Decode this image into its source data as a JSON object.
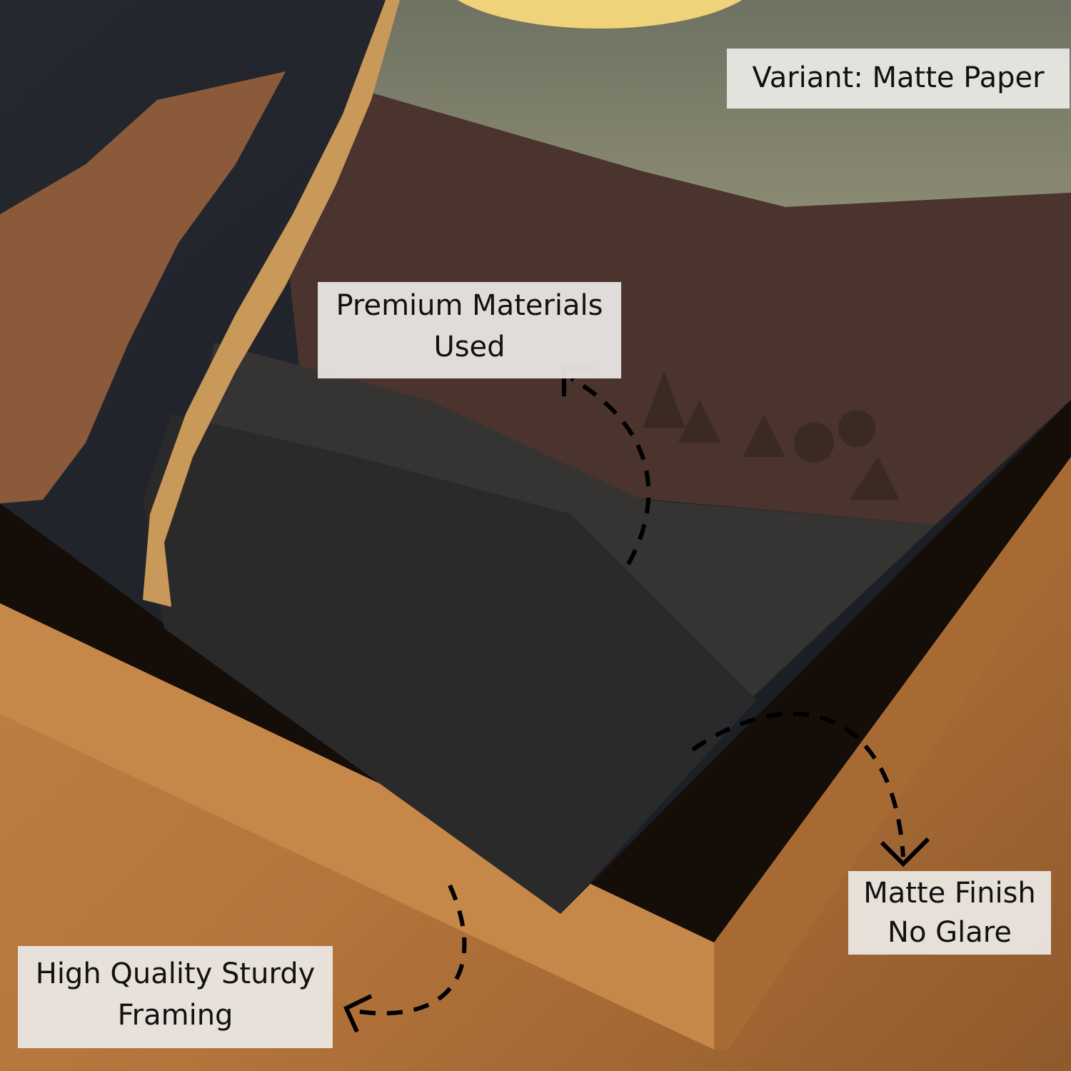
{
  "labels": {
    "variant": "Variant: Matte Paper",
    "premium_line1": "Premium Materials",
    "premium_line2": "Used",
    "matte_line1": "Matte Finish",
    "matte_line2": "No Glare",
    "framing_line1": "High Quality Sturdy",
    "framing_line2": "Framing"
  },
  "colors": {
    "wood": "#b87a3f",
    "sky": "#1f2228",
    "moon": "#f0d27a",
    "haze": "#7d7f6c",
    "hill": "#4a342d",
    "dark_ground": "#2b2b2b"
  }
}
